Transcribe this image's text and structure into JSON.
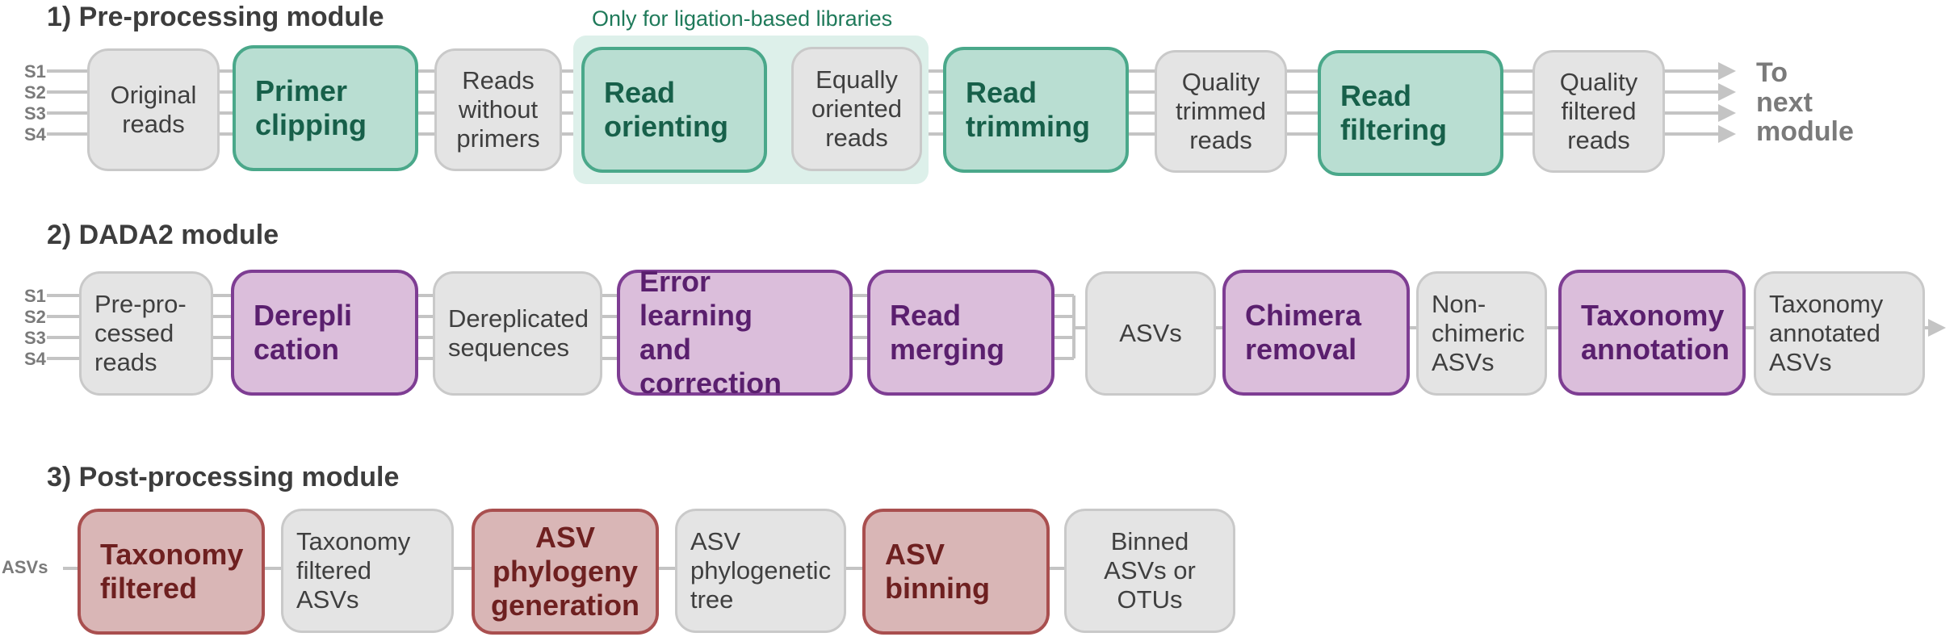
{
  "modules": [
    {
      "title": "1) Pre-processing module",
      "note": "Only for ligation-based libraries",
      "sample_labels": [
        "S1",
        "S2",
        "S3",
        "S4"
      ],
      "boxes": [
        {
          "kind": "data",
          "text": "Original\nreads"
        },
        {
          "kind": "process",
          "text": "Primer\nclipping"
        },
        {
          "kind": "data",
          "text": "Reads\nwithout\nprimers"
        },
        {
          "kind": "process",
          "text": "Read\norienting"
        },
        {
          "kind": "data",
          "text": "Equally\noriented\nreads"
        },
        {
          "kind": "process",
          "text": "Read\ntrimming"
        },
        {
          "kind": "data",
          "text": "Quality\ntrimmed\nreads"
        },
        {
          "kind": "process",
          "text": "Read\nfiltering"
        },
        {
          "kind": "data",
          "text": "Quality\nfiltered\nreads"
        }
      ],
      "next_label": "To\nnext\nmodule"
    },
    {
      "title": "2) DADA2 module",
      "sample_labels": [
        "S1",
        "S2",
        "S3",
        "S4"
      ],
      "boxes": [
        {
          "kind": "data",
          "text": "Pre-pro-\ncessed\nreads"
        },
        {
          "kind": "process",
          "text": "Derepli\ncation"
        },
        {
          "kind": "data",
          "text": "Dereplicated\nsequences"
        },
        {
          "kind": "process",
          "text": "Error learning\nand correction"
        },
        {
          "kind": "process",
          "text": "Read\nmerging"
        },
        {
          "kind": "data",
          "text": "ASVs"
        },
        {
          "kind": "process",
          "text": "Chimera\nremoval"
        },
        {
          "kind": "data",
          "text": "Non-\nchimeric\nASVs"
        },
        {
          "kind": "process",
          "text": "Taxonomy\nannotation"
        },
        {
          "kind": "data",
          "text": "Taxonomy\nannotated\nASVs"
        }
      ]
    },
    {
      "title": "3) Post-processing module",
      "input_label": "ASVs",
      "boxes": [
        {
          "kind": "process",
          "text": "Taxonomy\nfiltered"
        },
        {
          "kind": "data",
          "text": "Taxonomy\nfiltered\nASVs"
        },
        {
          "kind": "process",
          "text": "ASV\nphylogeny\ngeneration"
        },
        {
          "kind": "data",
          "text": "ASV\nphylogenetic\ntree"
        },
        {
          "kind": "process",
          "text": "ASV\nbinning"
        },
        {
          "kind": "data",
          "text": "Binned\nASVs or\nOTUs"
        }
      ]
    }
  ],
  "colors": {
    "module1_process_fill": "#b9ded2",
    "module1_process_border": "#4aa88a",
    "module1_process_text": "#17604a",
    "module2_process_fill": "#dbbedb",
    "module2_process_border": "#7e3d93",
    "module2_process_text": "#5a1f6e",
    "module3_process_fill": "#d9b6b6",
    "module3_process_border": "#a94f4f",
    "module3_process_text": "#6e2020",
    "data_fill": "#e4e4e4",
    "data_border": "#c9c9c9",
    "connector": "#c4c4c4",
    "ligation_highlight": "#ddf0ea"
  }
}
